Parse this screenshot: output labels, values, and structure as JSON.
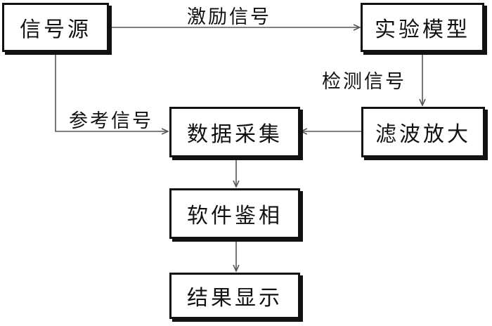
{
  "nodes": {
    "signal_source": "信号源",
    "experiment_model": "实验模型",
    "data_acquisition": "数据采集",
    "filter_amplify": "滤波放大",
    "software_phase_detection": "软件鉴相",
    "result_display": "结果显示"
  },
  "edges": {
    "excitation_signal": "激励信号",
    "detection_signal": "检测信号",
    "reference_signal": "参考信号"
  }
}
